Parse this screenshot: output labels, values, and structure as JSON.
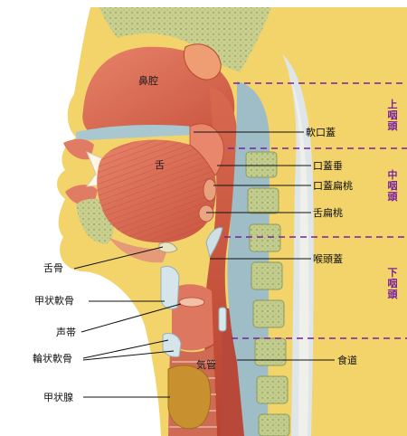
{
  "labels": {
    "nasal_cavity": "鼻腔",
    "tongue": "舌",
    "trachea": "気管",
    "soft_palate": "軟口蓋",
    "uvula": "口蓋垂",
    "palatine_tonsil": "口蓋扁桃",
    "lingual_tonsil": "舌扁桃",
    "epiglottis": "喉頭蓋",
    "esophagus": "食道",
    "hyoid_bone": "舌骨",
    "thyroid_cartilage": "甲状軟骨",
    "vocal_cords": "声帯",
    "cricoid_cartilage": "輪状軟骨",
    "thyroid_gland": "甲状腺"
  },
  "regions": {
    "upper": [
      "上",
      "咽",
      "頭"
    ],
    "middle": [
      "中",
      "咽",
      "頭"
    ],
    "lower": [
      "下",
      "咽",
      "頭"
    ]
  },
  "colors": {
    "region_text": "#7a1fa0",
    "divider": "#7a1fa0",
    "leader": "#111111"
  }
}
